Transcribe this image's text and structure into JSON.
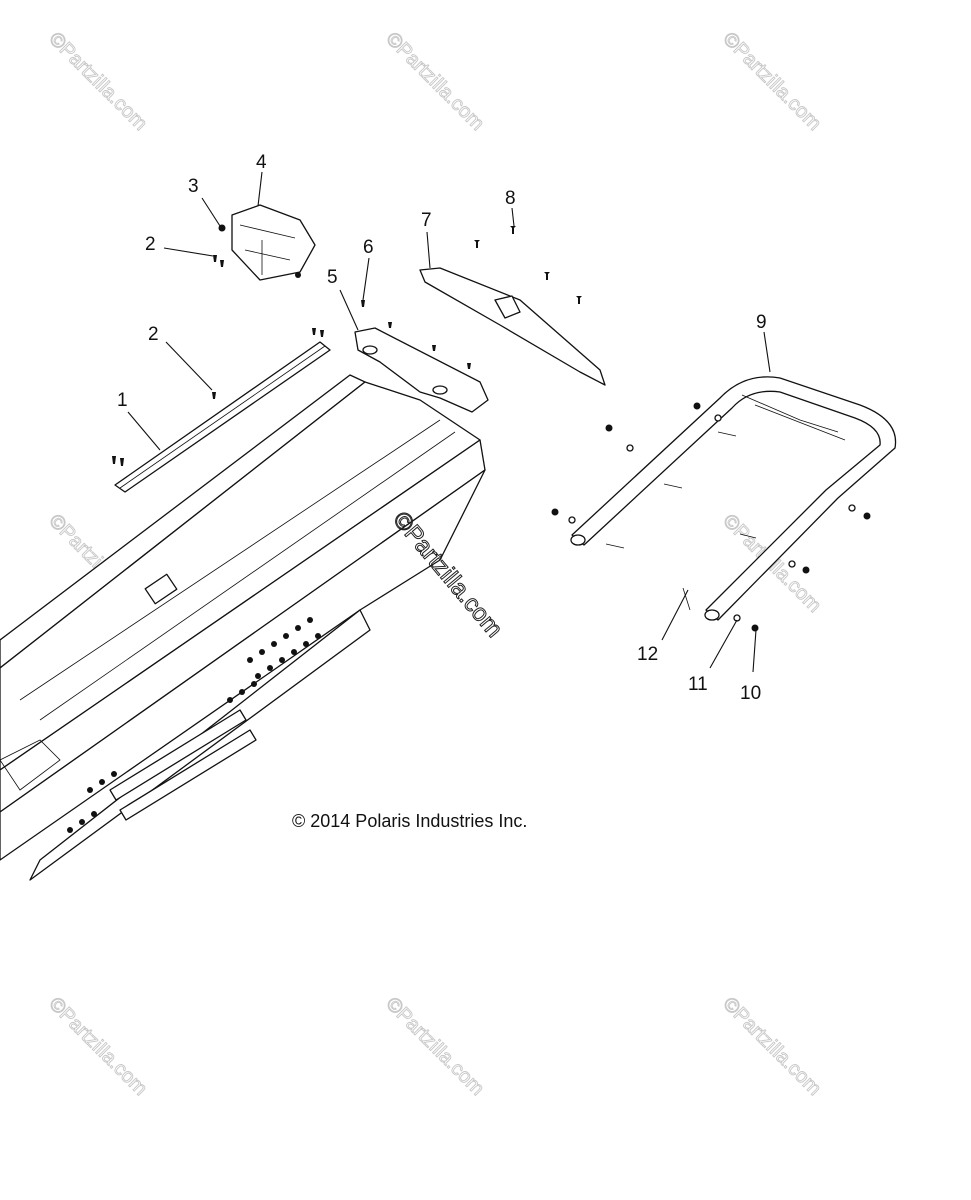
{
  "watermark_text": "©Partzilla.com",
  "center_watermark_text": "©Partzilla.com",
  "copyright": "© 2014 Polaris Industries Inc.",
  "callouts": [
    "1",
    "2",
    "2",
    "3",
    "4",
    "5",
    "6",
    "7",
    "8",
    "9",
    "10",
    "11",
    "12"
  ]
}
